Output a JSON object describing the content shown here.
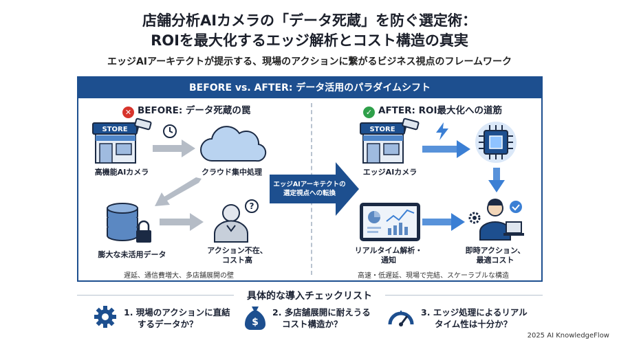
{
  "header": {
    "title_line1": "店舗分析AIカメラの「データ死蔵」を防ぐ選定術：",
    "title_line2": "ROIを最大化するエッジ解析とコスト構造の真実",
    "subtitle": "エッジAIアーキテクトが提示する、現場のアクションに繋がるビジネス視点のフレームワーク"
  },
  "panel": {
    "heading": "BEFORE vs. AFTER: データ活用のパラダイムシフト",
    "before": {
      "title": "BEFORE: データ死蔵の罠",
      "store_sign": "STORE",
      "camera_label": "高機能AIカメラ",
      "cloud_label": "クラウド集中処理",
      "data_label": "膨大な未活用データ",
      "person_label_1": "アクション不在、",
      "person_label_2": "コスト高",
      "caption": "遅延、通信費増大、多店舗展開の壁"
    },
    "center": {
      "line1": "エッジAIアーキテクトの",
      "line2": "選定視点への転換"
    },
    "after": {
      "title": "AFTER: ROI最大化への道筋",
      "store_sign": "STORE",
      "camera_label": "エッジAIカメラ",
      "dashboard_label_1": "リアルタイム解析・",
      "dashboard_label_2": "通知",
      "person_label_1": "即時アクション、",
      "person_label_2": "最適コスト",
      "caption": "高速・低遅延、現場で完結、スケーラブルな構造"
    }
  },
  "checklist": {
    "title": "具体的な導入チェックリスト",
    "items": [
      {
        "line1": "1. 現場のアクションに直結",
        "line2": "するデータか？"
      },
      {
        "line1": "2. 多店舗展開に耐えうる",
        "line2": "コスト構造か？"
      },
      {
        "line1": "3. エッジ処理によるリアル",
        "line2": "タイム性は十分か？"
      }
    ]
  },
  "footer": "2025 AI KnowledgeFlow",
  "colors": {
    "navy": "#1d4f8f",
    "accent_blue": "#3b7fd4",
    "gray_arrow": "#b5bcc6",
    "cross_red": "#d7342c",
    "check_green": "#2fa04a"
  }
}
